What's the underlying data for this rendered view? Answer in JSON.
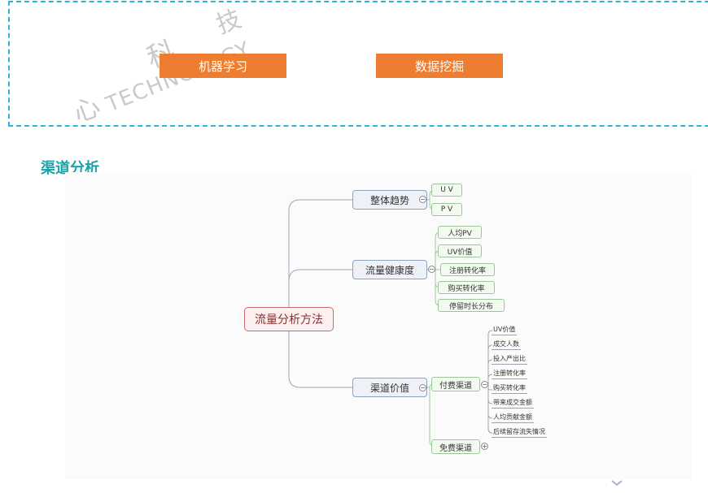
{
  "top": {
    "tags": [
      "机器学习",
      "数据挖掘"
    ],
    "watermark": [
      "科",
      "技",
      "心",
      "TECHNOLOGY"
    ]
  },
  "section": {
    "title": "渠道分析"
  },
  "mindmap": {
    "root": "流量分析方法",
    "branches": [
      {
        "label": "整体趋势",
        "items": [
          "U V",
          "P V"
        ]
      },
      {
        "label": "流量健康度",
        "items": [
          "人均PV",
          "UV价值",
          "注册转化率",
          "购买转化率",
          "停留时长分布"
        ]
      },
      {
        "label": "渠道价值",
        "paid": {
          "label": "付费渠道",
          "items": [
            "UV价值",
            "成交人数",
            "投入产出比",
            "注册转化率",
            "购买转化率",
            "带来成交金额",
            "人均贡献金额",
            "后续留存流失情况"
          ]
        },
        "free": {
          "label": "免费渠道"
        }
      }
    ],
    "toggle_collapse": "−",
    "toggle_expand": "+"
  },
  "colors": {
    "accent_orange": "#ed7d31",
    "title_teal": "#1aa3a8",
    "dash_blue": "#2fb4d6"
  }
}
